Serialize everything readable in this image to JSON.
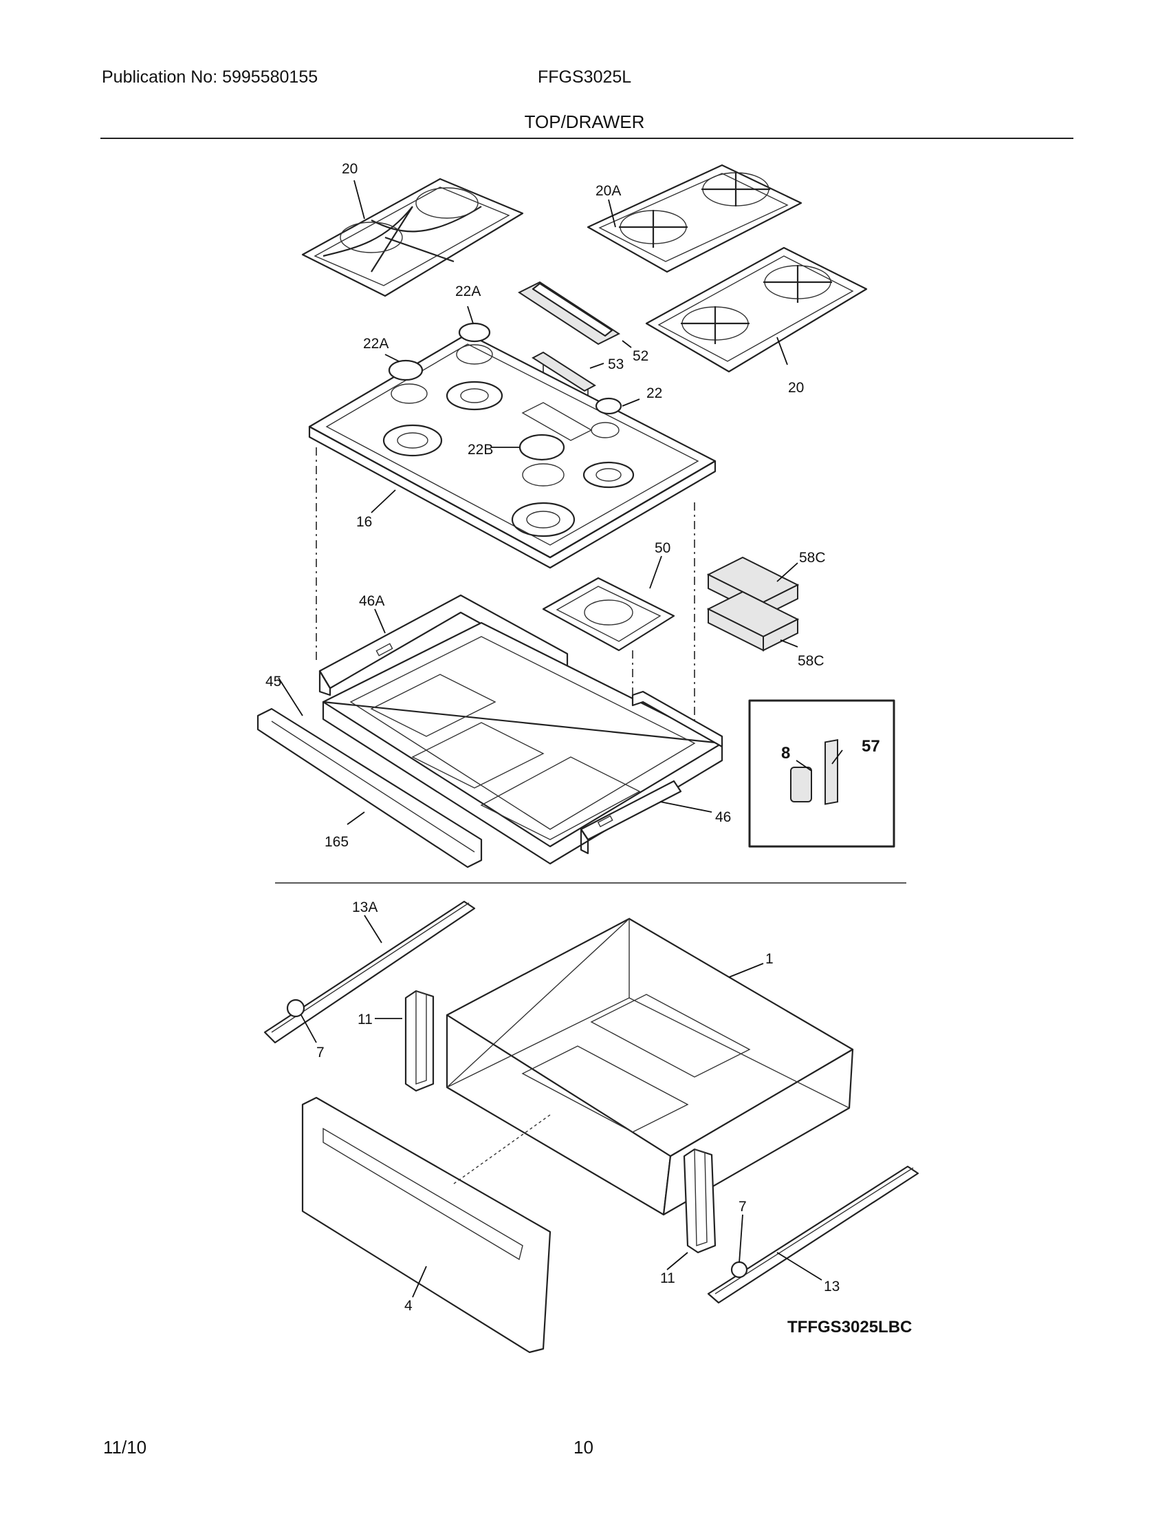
{
  "header": {
    "publication": "Publication No: 5995580155",
    "model": "FFGS3025L",
    "section_title": "TOP/DRAWER"
  },
  "callouts": {
    "c20_left": "20",
    "c20a": "20A",
    "c22a_top": "22A",
    "c22a_left": "22A",
    "c52": "52",
    "c53": "53",
    "c22": "22",
    "c20_right": "20",
    "c22b": "22B",
    "c16": "16",
    "c50": "50",
    "c58c_top": "58C",
    "c46a": "46A",
    "c58c_bottom": "58C",
    "c45": "45",
    "c8": "8",
    "c57": "57",
    "c46": "46",
    "c165": "165",
    "c13a": "13A",
    "c1": "1",
    "c11_left": "11",
    "c7_left": "7",
    "c7_right": "7",
    "c11_right": "11",
    "c13": "13",
    "c4": "4"
  },
  "diagram_code": "TFFGS3025LBC",
  "footer": {
    "date": "11/10",
    "page": "10"
  }
}
